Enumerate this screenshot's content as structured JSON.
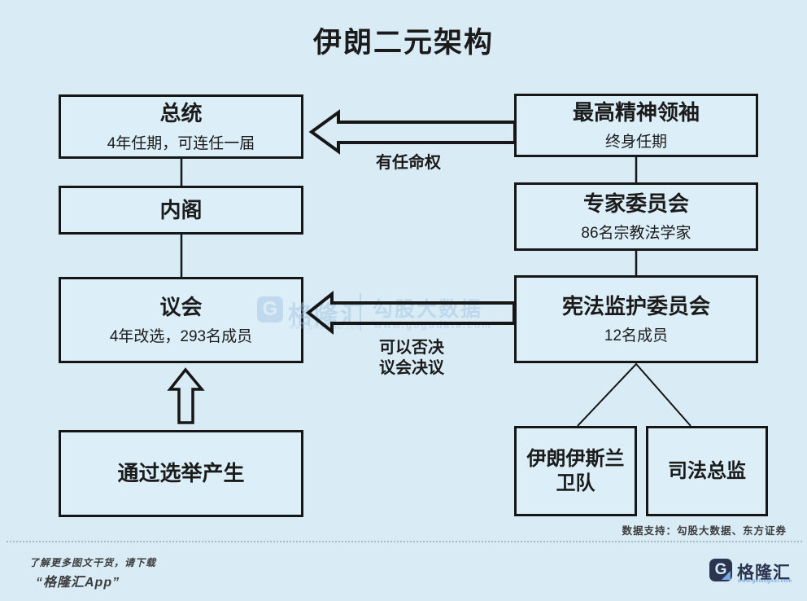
{
  "title": "伊朗二元架构",
  "colors": {
    "bg": "#d9ecf6",
    "box-fill": "#dceff8",
    "line": "#161616",
    "text": "#1b1b1b",
    "watermark": "#a5c5e2",
    "navy": "#2b3550",
    "logo-blue": "#7aa7e8",
    "muted": "#3c3c3c"
  },
  "left_column": {
    "boxes": [
      {
        "title": "总统",
        "subtitle": "4年任期，可连任一届"
      },
      {
        "title": "内阁",
        "subtitle": ""
      },
      {
        "title": "议会",
        "subtitle": "4年改选，293名成员"
      },
      {
        "title": "通过选举产生",
        "subtitle": ""
      }
    ]
  },
  "right_column": {
    "boxes": [
      {
        "title": "最高精神领袖",
        "subtitle": "终身任期"
      },
      {
        "title": "专家委员会",
        "subtitle": "86名宗教法学家"
      },
      {
        "title": "宪法监护委员会",
        "subtitle": "12名成员"
      },
      {
        "title": "伊朗伊斯兰卫队",
        "subtitle": ""
      },
      {
        "title": "司法总监",
        "subtitle": ""
      }
    ]
  },
  "arrows": {
    "appointment_label": "有任命权",
    "veto_label_line1": "可以否决",
    "veto_label_line2": "议会决议"
  },
  "watermark": {
    "logo_letter": "G",
    "brand": "格隆汇",
    "brand_url": "www.gelonghui.com",
    "partner": "勾股大数据",
    "partner_url": "www.gogudata.com"
  },
  "footer": {
    "data_support": "数据支持：勾股大数据、东方证券",
    "promo_line1": "了解更多图文干货，请下载",
    "promo_line2": "“格隆汇App”",
    "logo_letter": "G",
    "logo_brand": "格隆汇",
    "logo_url": "www.gelonghui.com"
  }
}
